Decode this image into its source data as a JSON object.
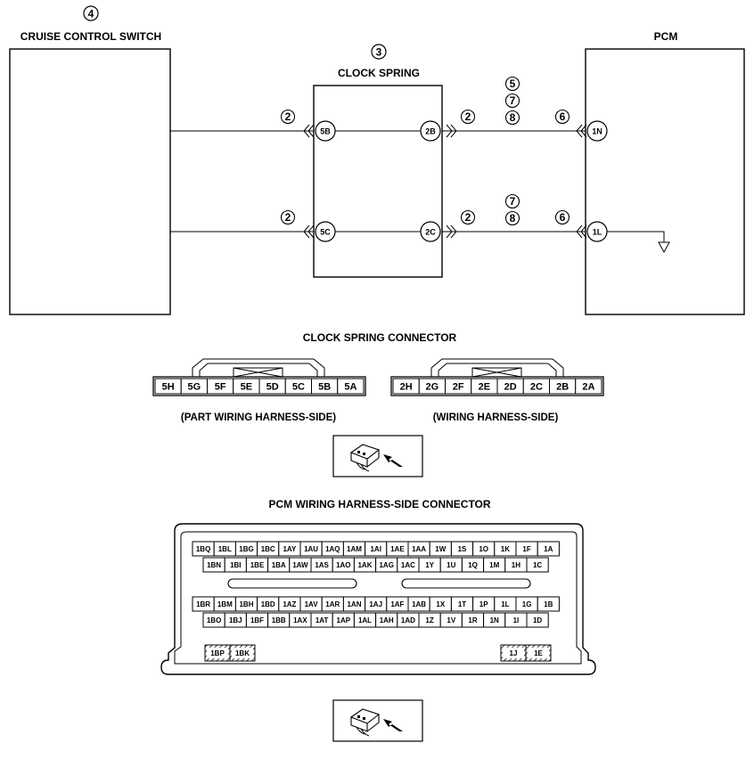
{
  "components": {
    "cruise_switch": {
      "callout": "4",
      "label": "CRUISE CONTROL SWITCH"
    },
    "clock_spring": {
      "callout": "3",
      "label": "CLOCK SPRING",
      "pins_left": [
        "5B",
        "5C"
      ],
      "pins_right": [
        "2B",
        "2C"
      ]
    },
    "pcm": {
      "label": "PCM",
      "pins": [
        "1N",
        "1L"
      ]
    }
  },
  "wires": [
    {
      "callouts_left": "2",
      "callouts_mid": "2",
      "callouts_top": [
        "5",
        "7",
        "8"
      ],
      "callout_pcm": "6"
    },
    {
      "callouts_left": "2",
      "callouts_mid": "2",
      "callouts_top": [
        "7",
        "8"
      ],
      "callout_pcm": "6"
    }
  ],
  "clock_spring_connector": {
    "title": "CLOCK SPRING CONNECTOR",
    "part_side": {
      "pins": [
        "5H",
        "5G",
        "5F",
        "5E",
        "5D",
        "5C",
        "5B",
        "5A"
      ],
      "caption": "(PART WIRING HARNESS-SIDE)"
    },
    "harness_side": {
      "pins": [
        "2H",
        "2G",
        "2F",
        "2E",
        "2D",
        "2C",
        "2B",
        "2A"
      ],
      "caption": "(WIRING HARNESS-SIDE)"
    }
  },
  "pcm_connector": {
    "title": "PCM WIRING HARNESS-SIDE CONNECTOR",
    "row1": [
      "1BQ",
      "1BL",
      "1BG",
      "1BC",
      "1AY",
      "1AU",
      "1AQ",
      "1AM",
      "1AI",
      "1AE",
      "1AA",
      "1W",
      "1S",
      "1O",
      "1K",
      "1F",
      "1A"
    ],
    "row2": [
      "1BN",
      "1BI",
      "1BE",
      "1BA",
      "1AW",
      "1AS",
      "1AO",
      "1AK",
      "1AG",
      "1AC",
      "1Y",
      "1U",
      "1Q",
      "1M",
      "1H",
      "1C"
    ],
    "row3": [
      "1BR",
      "1BM",
      "1BH",
      "1BD",
      "1AZ",
      "1AV",
      "1AR",
      "1AN",
      "1AJ",
      "1AF",
      "1AB",
      "1X",
      "1T",
      "1P",
      "1L",
      "1G",
      "1B"
    ],
    "row4": [
      "1BO",
      "1BJ",
      "1BF",
      "1BB",
      "1AX",
      "1AT",
      "1AP",
      "1AL",
      "1AH",
      "1AD",
      "1Z",
      "1V",
      "1R",
      "1N",
      "1I",
      "1D"
    ],
    "corner_left": [
      "1BP",
      "1BK"
    ],
    "corner_right": [
      "1J",
      "1E"
    ]
  }
}
